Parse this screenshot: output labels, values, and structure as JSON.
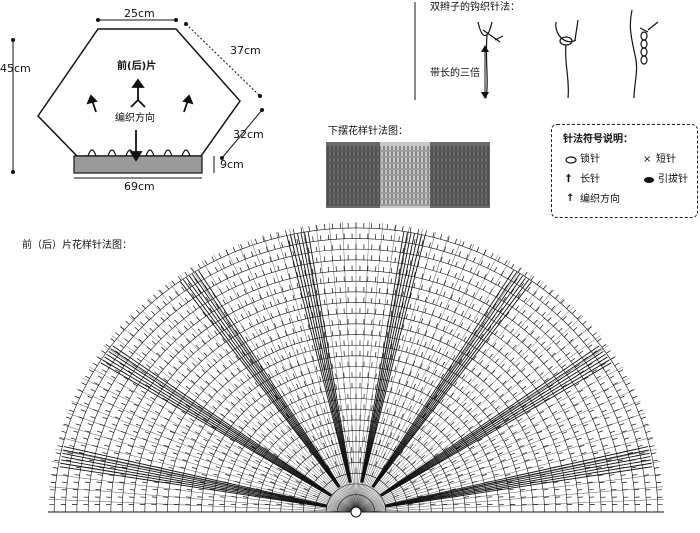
{
  "schematic": {
    "top_width": "25cm",
    "upper_slope": "37cm",
    "lower_slope": "32cm",
    "height": "45cm",
    "hem_height": "9cm",
    "bottom_width": "69cm",
    "panel_title": "前(后)片",
    "direction_label": "编织方向"
  },
  "double_braid": {
    "title": "双辫子的钩织针法：",
    "note": "带长的三倍"
  },
  "hem_pattern": {
    "title": "下摆花样针法图："
  },
  "legend": {
    "title": "针法符号说明：",
    "items": [
      {
        "symbol": "○",
        "label": "锁针"
      },
      {
        "symbol": "×",
        "label": "短针"
      },
      {
        "symbol": "†",
        "label": "长针"
      },
      {
        "symbol": "●",
        "label": "引拔针"
      },
      {
        "symbol": "↑",
        "label": "编织方向"
      }
    ]
  },
  "main_chart": {
    "title": "前（后）片花样针法图："
  },
  "colors": {
    "ink": "#111111",
    "hem_fill": "#9a9a9a",
    "hem_dark": "#5a5a5a"
  }
}
